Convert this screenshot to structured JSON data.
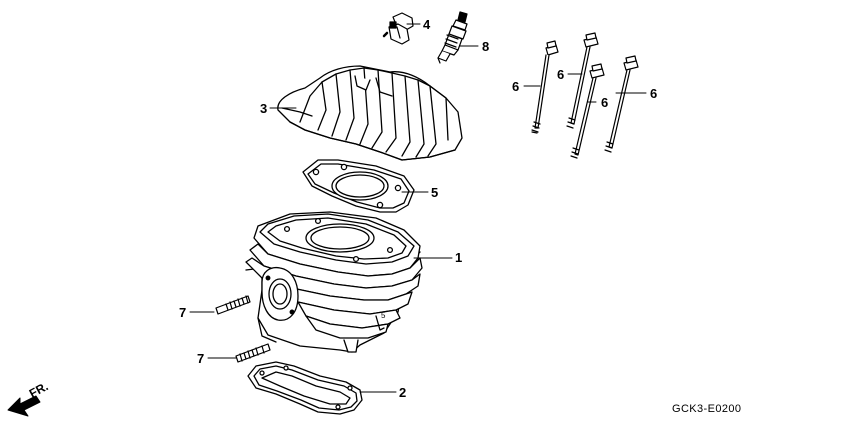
{
  "diagram": {
    "callouts": [
      {
        "id": "c1",
        "text": "1"
      },
      {
        "id": "c2",
        "text": "2"
      },
      {
        "id": "c3",
        "text": "3"
      },
      {
        "id": "c4",
        "text": "4"
      },
      {
        "id": "c5",
        "text": "5"
      },
      {
        "id": "c6a",
        "text": "6"
      },
      {
        "id": "c6b",
        "text": "6"
      },
      {
        "id": "c6c",
        "text": "6"
      },
      {
        "id": "c6d",
        "text": "6"
      },
      {
        "id": "c7a",
        "text": "7"
      },
      {
        "id": "c7b",
        "text": "7"
      },
      {
        "id": "c8",
        "text": "8"
      }
    ],
    "front_label": "FR.",
    "diagram_code": "GCK3-E0200"
  }
}
